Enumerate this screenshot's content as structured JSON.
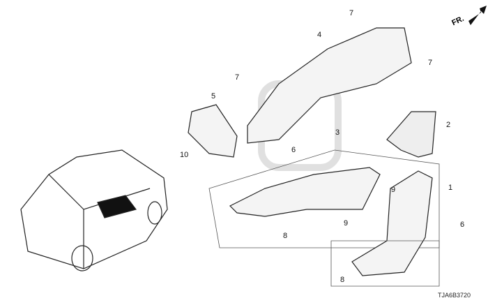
{
  "diagram": {
    "direction_label": "FR.",
    "part_code": "TJA6B3720",
    "callouts": [
      "1",
      "2",
      "3",
      "4",
      "5",
      "6",
      "6",
      "7",
      "7",
      "7",
      "8",
      "8",
      "9",
      "9",
      "10"
    ]
  }
}
